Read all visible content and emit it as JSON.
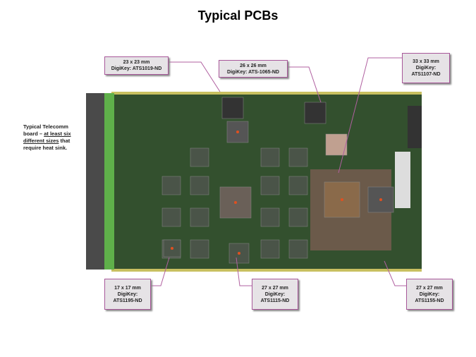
{
  "title": "Typical PCBs",
  "note": {
    "part1": "Typical Telecomm board – ",
    "part2": "at least six different sizes",
    "part3": " that require heat sink."
  },
  "callouts": [
    {
      "size": "23 x 23 mm",
      "part": "DigiKey: ATS1019-ND"
    },
    {
      "size": "26 x 26 mm",
      "part": "DigiKey: ATS-1065-ND"
    },
    {
      "size": "33 x 33 mm",
      "part": "DigiKey:",
      "part2": "ATS1107-ND"
    },
    {
      "size": "17 x 17 mm",
      "part": "DigiKey:",
      "part2": "ATS1195-ND"
    },
    {
      "size": "27 x 27 mm",
      "part": "DigiKey:",
      "part2": "ATS1115-ND"
    },
    {
      "size": "27 x 27 mm",
      "part": "DigiKey:",
      "part2": "ATS1155-ND"
    }
  ],
  "colors": {
    "leader": "#b060a0",
    "board": "#2f4a2a",
    "callout_bg": "#e6e3e6"
  }
}
